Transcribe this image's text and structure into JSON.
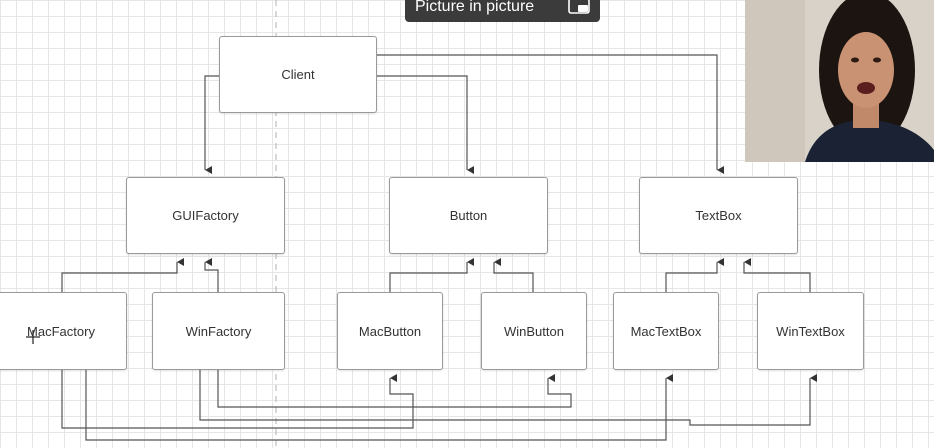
{
  "diagram": {
    "client_label": "Client",
    "guifactory_label": "GUIFactory",
    "button_label": "Button",
    "textbox_label": "TextBox",
    "macfactory_label": "MacFactory",
    "winfactory_label": "WinFactory",
    "macbutton_label": "MacButton",
    "winbutton_label": "WinButton",
    "mactextbox_label": "MacTextBox",
    "wintextbox_label": "WinTextBox"
  },
  "overlay": {
    "pip_label": "Picture in picture"
  }
}
